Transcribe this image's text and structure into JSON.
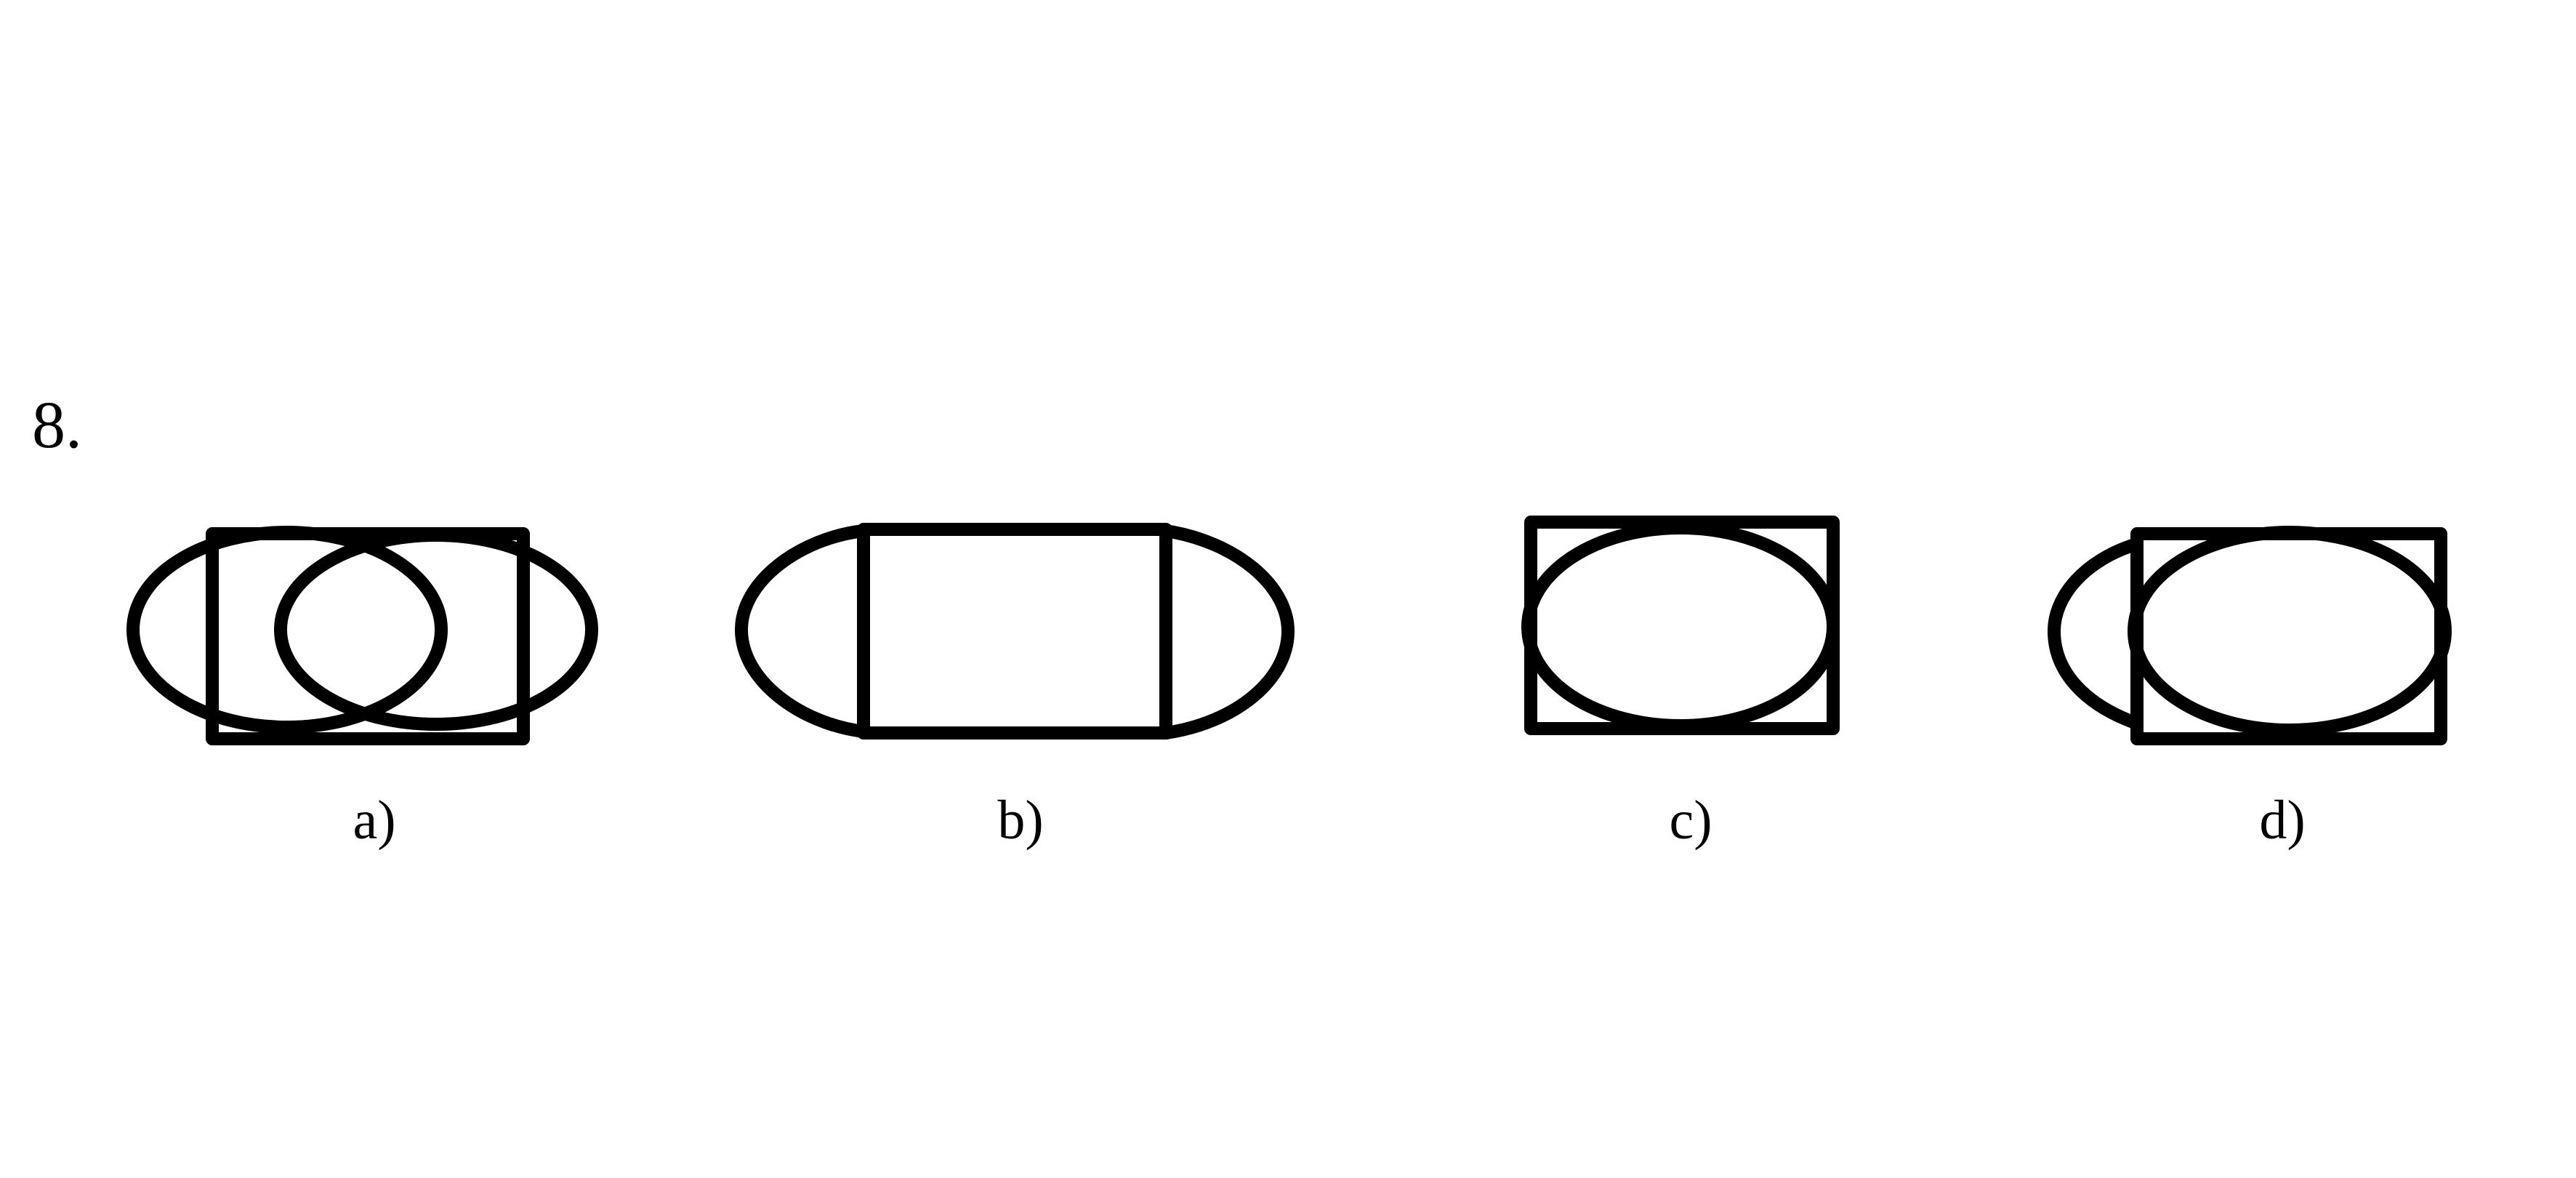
{
  "question": {
    "number": "8."
  },
  "options": [
    {
      "label": "a)"
    },
    {
      "label": "b)"
    },
    {
      "label": "c)"
    },
    {
      "label": "d)"
    }
  ],
  "colors": {
    "stroke": "#000000",
    "background": "#ffffff"
  }
}
